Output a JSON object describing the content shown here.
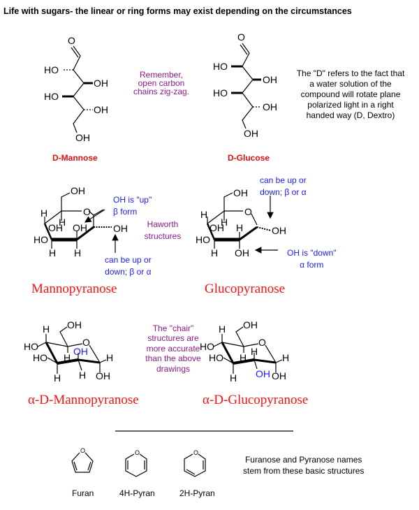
{
  "title": "Life with sugars- the linear or ring forms may exist depending on the circumstances",
  "fischer": {
    "mannose": {
      "labels": [
        "O",
        "HO",
        "OH",
        "HO",
        "OH",
        "OH"
      ],
      "name": "D-Mannose"
    },
    "glucose": {
      "labels": [
        "O",
        "HO",
        "OH",
        "HO",
        "OH",
        "OH"
      ],
      "name": "D-Glucose"
    },
    "zigzag_note": [
      "Remember,",
      "open carbon",
      "chains zig-zag."
    ],
    "dextro_note": [
      "The \"D\" refers to the fact that",
      "a water solution of the",
      "compound will rotate plane",
      "polarized light in a right",
      "handed way (D, Dextro)"
    ]
  },
  "haworth": {
    "mannose": {
      "labels": [
        "OH",
        "O",
        "H",
        "H",
        "OH",
        "OH",
        "OH",
        "HO",
        "H",
        "H"
      ],
      "name": "Mannopyranose"
    },
    "glucose": {
      "labels": [
        "OH",
        "O",
        "H",
        "H",
        "OH",
        "H",
        "OH",
        "HO",
        "H",
        "OH"
      ],
      "name": "Glucopyranose"
    },
    "beta_note": [
      "OH  is  \"up\"",
      "β form"
    ],
    "haworth_label": [
      "Haworth",
      "structures"
    ],
    "anomer_note_mannose": [
      "can be up or",
      "down; β or α"
    ],
    "anomer_note_glucose": [
      "can be up or",
      "down; β or α"
    ],
    "alpha_note": [
      "OH is \"down\"",
      "α form"
    ]
  },
  "chair": {
    "mannose": {
      "labels": [
        "H",
        "OH",
        "HO",
        "O",
        "HO",
        "H",
        "OH",
        "H",
        "H",
        "H",
        "OH"
      ],
      "name": "α-D-Mannopyranose"
    },
    "glucose": {
      "labels": [
        "H",
        "OH",
        "HO",
        "O",
        "HO",
        "H",
        "H",
        "H",
        "H",
        "OH",
        "OH"
      ],
      "name": "α-D-Glucopyranose"
    },
    "note": [
      "The \"chair\"",
      "structures are",
      "more accurate",
      "than the above",
      "drawings"
    ]
  },
  "basic": {
    "furan_o": "O",
    "pyran4_o": "O",
    "pyran2_o": "O",
    "names": [
      "Furan",
      "4H-Pyran",
      "2H-Pyran"
    ],
    "note": [
      "Furanose and Pyranose names",
      "stem from these basic structures"
    ]
  }
}
